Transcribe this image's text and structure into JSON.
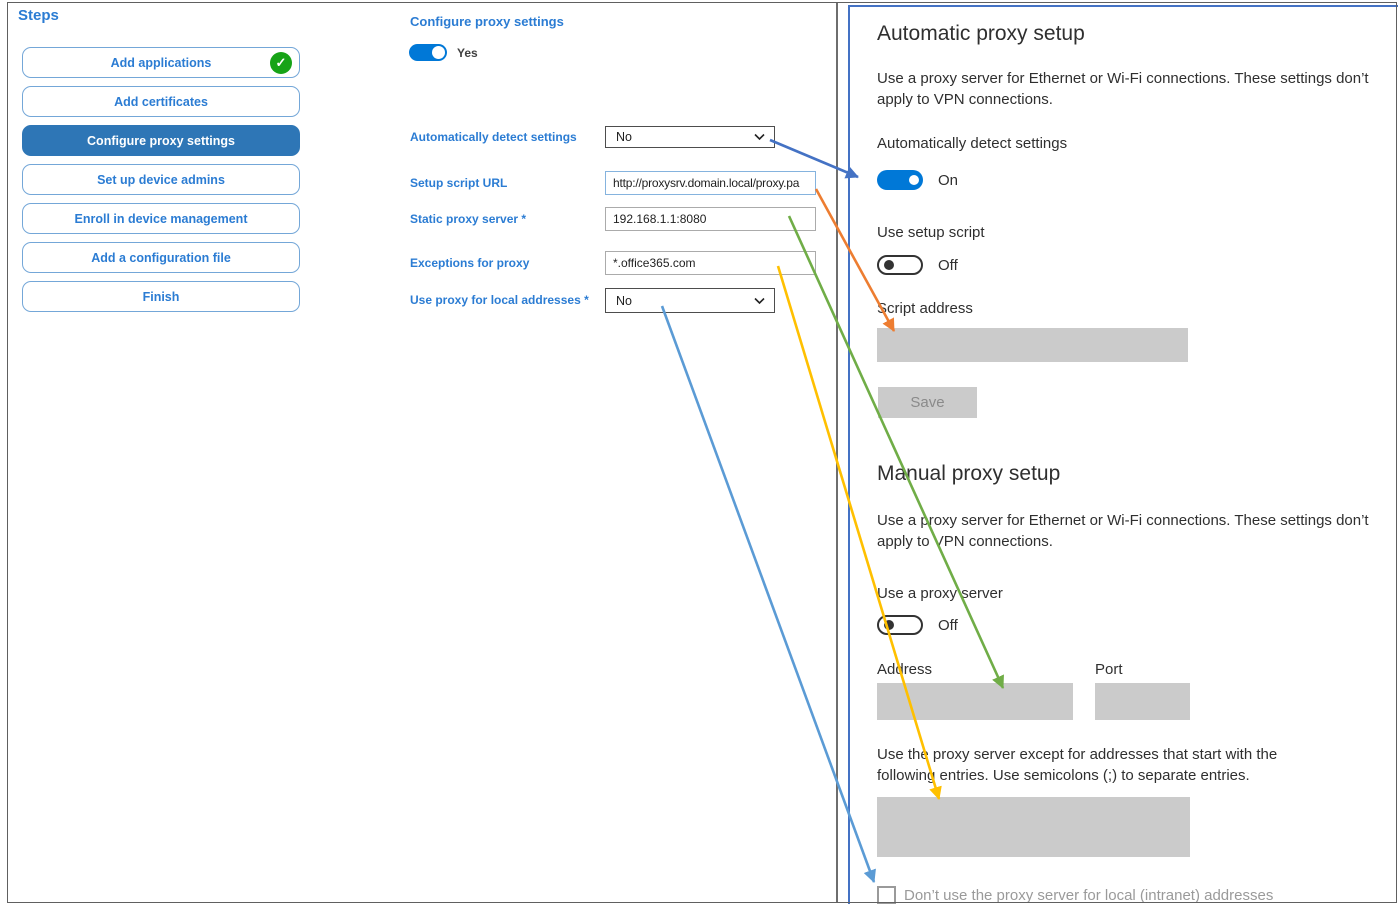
{
  "steps_panel": {
    "title": "Steps",
    "items": [
      {
        "label": "Add applications",
        "status": "completed"
      },
      {
        "label": "Add certificates",
        "status": "default"
      },
      {
        "label": "Configure proxy settings",
        "status": "active"
      },
      {
        "label": "Set up device admins",
        "status": "default"
      },
      {
        "label": "Enroll in device management",
        "status": "default"
      },
      {
        "label": "Add a configuration file",
        "status": "default"
      },
      {
        "label": "Finish",
        "status": "default"
      }
    ],
    "completed_check": "✓"
  },
  "wizard": {
    "heading": "Configure proxy settings",
    "enabled_toggle_state": "Yes",
    "fields": [
      {
        "label": "Automatically detect settings",
        "type": "select",
        "value": "No"
      },
      {
        "label": "Setup script URL",
        "type": "text",
        "value": "http://proxysrv.domain.local/proxy.pa"
      },
      {
        "label": "Static proxy server *",
        "type": "text",
        "value": "192.168.1.1:8080"
      },
      {
        "label": "Exceptions for proxy",
        "type": "text",
        "value": "*.office365.com"
      },
      {
        "label": "Use proxy for local addresses *",
        "type": "select",
        "value": "No"
      }
    ]
  },
  "settings": {
    "automatic": {
      "heading": "Automatic proxy setup",
      "description": "Use a proxy server for Ethernet or Wi-Fi connections. These settings don’t apply to VPN connections.",
      "detect_label": "Automatically detect settings",
      "detect_state": "On",
      "setup_script_label": "Use setup script",
      "setup_script_state": "Off",
      "script_address_label": "Script address",
      "script_address_value": "",
      "save_label": "Save"
    },
    "manual": {
      "heading": "Manual proxy setup",
      "description": "Use a proxy server for Ethernet or Wi-Fi connections. These settings don’t apply to VPN connections.",
      "use_proxy_label": "Use a proxy server",
      "use_proxy_state": "Off",
      "address_label": "Address",
      "address_value": "",
      "port_label": "Port",
      "port_value": "",
      "exceptions_description": "Use the proxy server except for addresses that start with the following entries. Use semicolons (;) to separate entries.",
      "local_checkbox_label": "Don’t use the proxy server for local (intranet) addresses",
      "local_checkbox_checked": false
    }
  },
  "arrows": [
    {
      "name": "detect-settings-mapping",
      "color": "#4472c4"
    },
    {
      "name": "setup-script-mapping",
      "color": "#ed7d31"
    },
    {
      "name": "static-proxy-mapping",
      "color": "#70ad47"
    },
    {
      "name": "exceptions-mapping",
      "color": "#ffc000"
    },
    {
      "name": "local-addresses-mapping",
      "color": "#5b9bd5"
    }
  ],
  "colors": {
    "accent": "#0078d7",
    "step_active_bg": "#2e76b6",
    "link_blue": "#2b7cd3",
    "success_green": "#17a317",
    "disabled_fill": "#cbcbcb",
    "panel_border": "#4472c4"
  }
}
